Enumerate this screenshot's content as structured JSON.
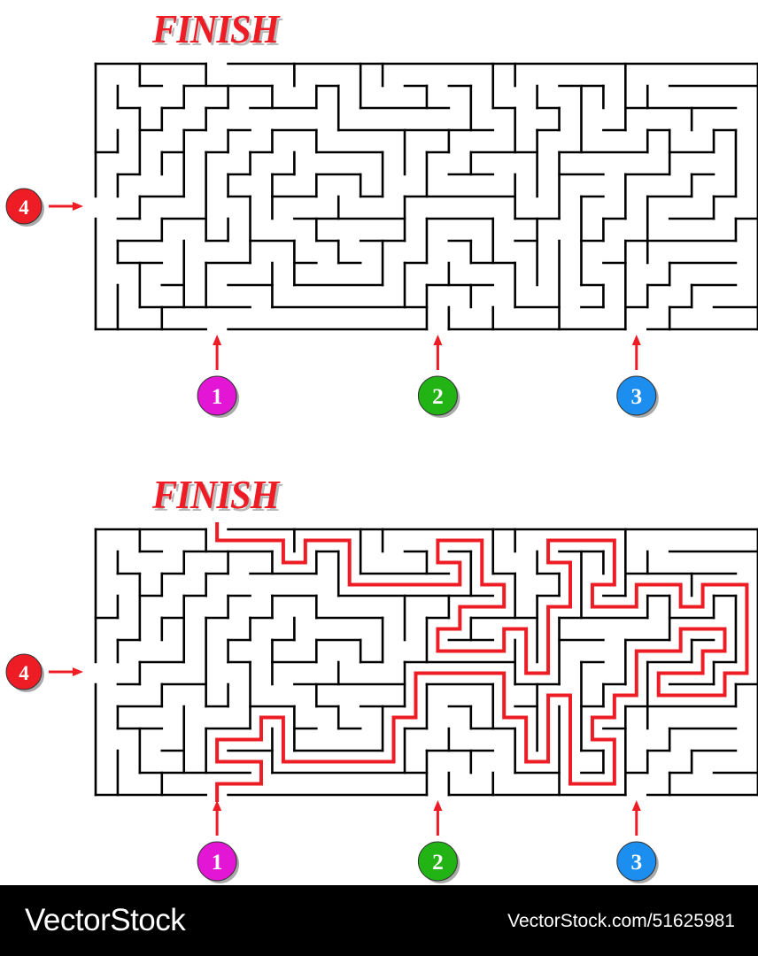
{
  "puzzle": {
    "finish_label": "FINISH",
    "entrances": [
      {
        "label": "1",
        "color": "#e316d6"
      },
      {
        "label": "2",
        "color": "#22b315"
      },
      {
        "label": "3",
        "color": "#1b8ef0"
      },
      {
        "label": "4",
        "color": "#ee1c24"
      }
    ],
    "wall_color": "#000000",
    "arrow_color": "#ee1c24",
    "solution_color": "#ee1c24",
    "solution_entrance": "1"
  },
  "footer": {
    "brand": "VectorStock",
    "stock_id": "VectorStock.com/51625981"
  }
}
